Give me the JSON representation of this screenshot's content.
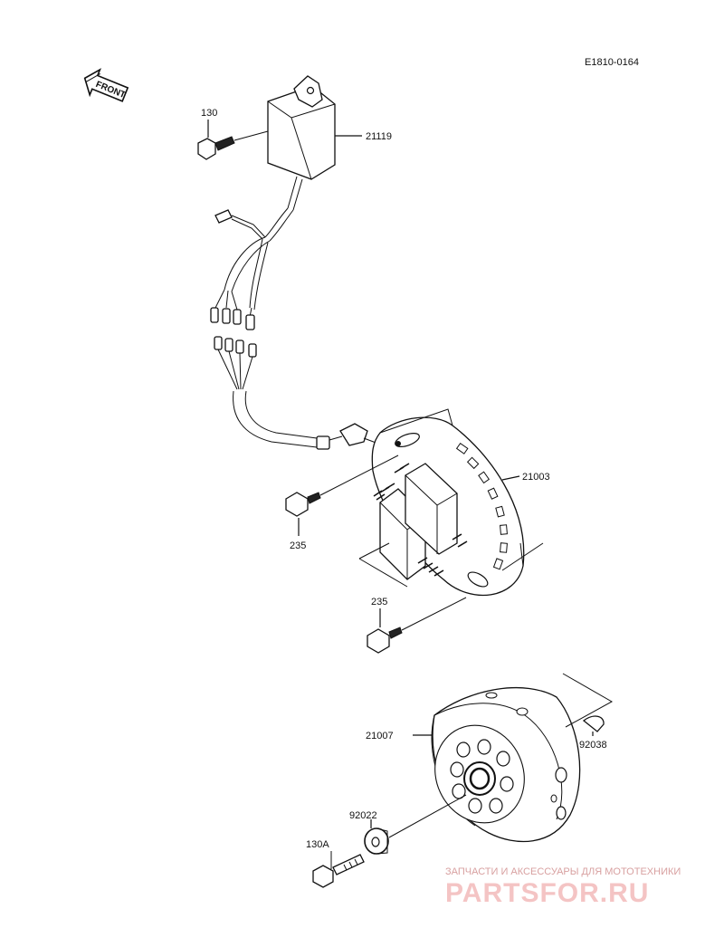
{
  "diagram_code": "E1810-0164",
  "front_label": "FRONT",
  "parts": {
    "bolt_130": "130",
    "cdi_unit": "21119",
    "stator": "21003",
    "screw_235_upper": "235",
    "screw_235_lower": "235",
    "flywheel": "21007",
    "woodruff_key": "92038",
    "washer": "92022",
    "bolt_130a": "130A"
  },
  "watermark": {
    "tagline": "ЗАПЧАСТИ И АКСЕССУАРЫ ДЛЯ МОТОТЕХНИКИ",
    "brand": "PARTSFOR.RU"
  }
}
